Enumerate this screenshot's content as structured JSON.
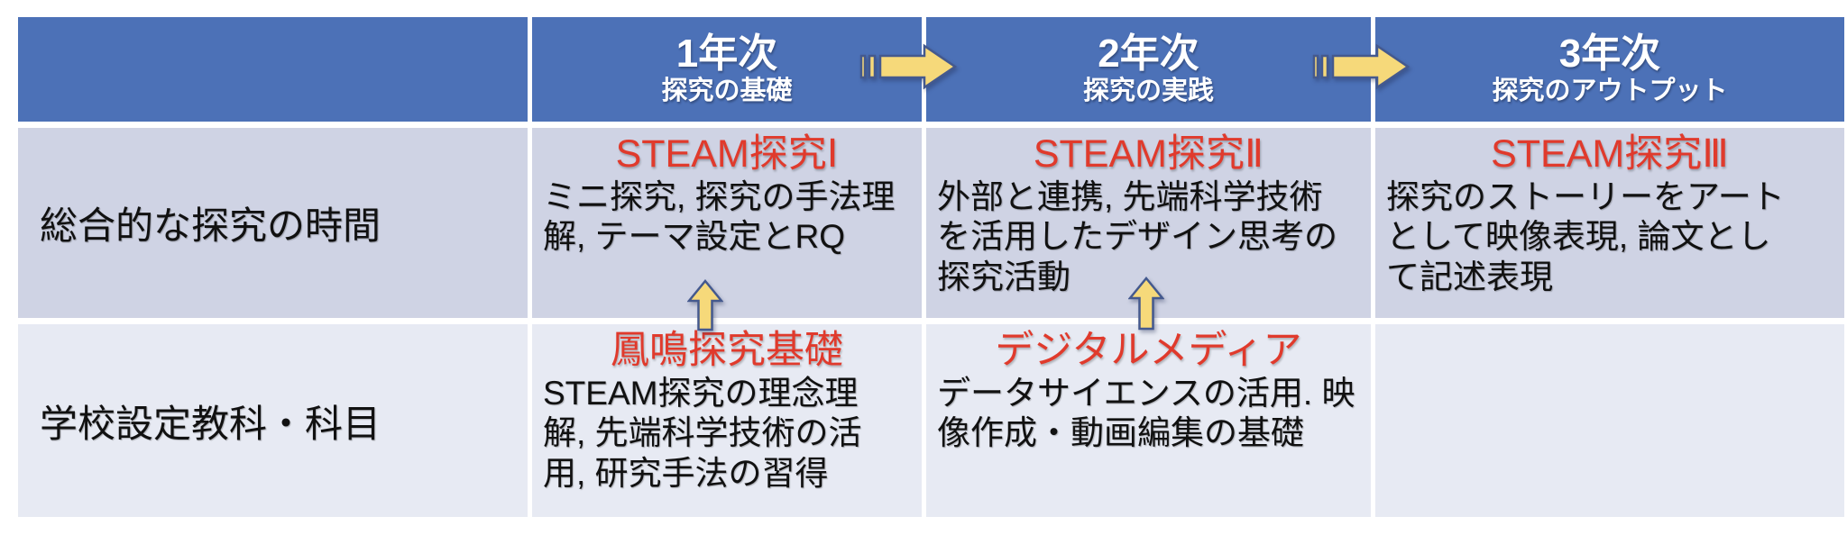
{
  "palette": {
    "header_bg": "#4C71B7",
    "row1_bg": "#CFD3E4",
    "row2_bg": "#E7EAF3",
    "title_red": "#E03A2C",
    "arrow_fill": "#F6D97A",
    "arrow_stroke": "#44598E",
    "header_text": "#FFFFFF",
    "body_text": "#111111"
  },
  "header": {
    "col1": {
      "year": "1年次",
      "subtitle": "探究の基礎"
    },
    "col2": {
      "year": "2年次",
      "subtitle": "探究の実践"
    },
    "col3": {
      "year": "3年次",
      "subtitle": "探究のアウトプット"
    }
  },
  "rows": [
    {
      "label": "総合的な探究の時間",
      "cells": [
        {
          "title": "STEAM探究Ⅰ",
          "body": "ミニ探究, 探究の手法理\n解, テーマ設定とRQ"
        },
        {
          "title": "STEAM探究Ⅱ",
          "body": "外部と連携, 先端科学技術\nを活用したデザイン思考の\n探究活動"
        },
        {
          "title": "STEAM探究Ⅲ",
          "body": "探究のストーリーをアート\nとして映像表現, 論文とし\nて記述表現"
        }
      ]
    },
    {
      "label": "学校設定教科・科目",
      "cells": [
        {
          "title": "鳳鳴探究基礎",
          "body": "STEAM探究の理念理\n解, 先端科学技術の活\n用, 研究手法の習得"
        },
        {
          "title": "デジタルメディア",
          "body": "データサイエンスの活用. 映\n像作成・動画編集の基礎"
        },
        {
          "title": "",
          "body": ""
        }
      ]
    }
  ],
  "icons": {
    "year_transition": "striped-right-arrow-icon",
    "course_link": "up-arrow-icon"
  }
}
